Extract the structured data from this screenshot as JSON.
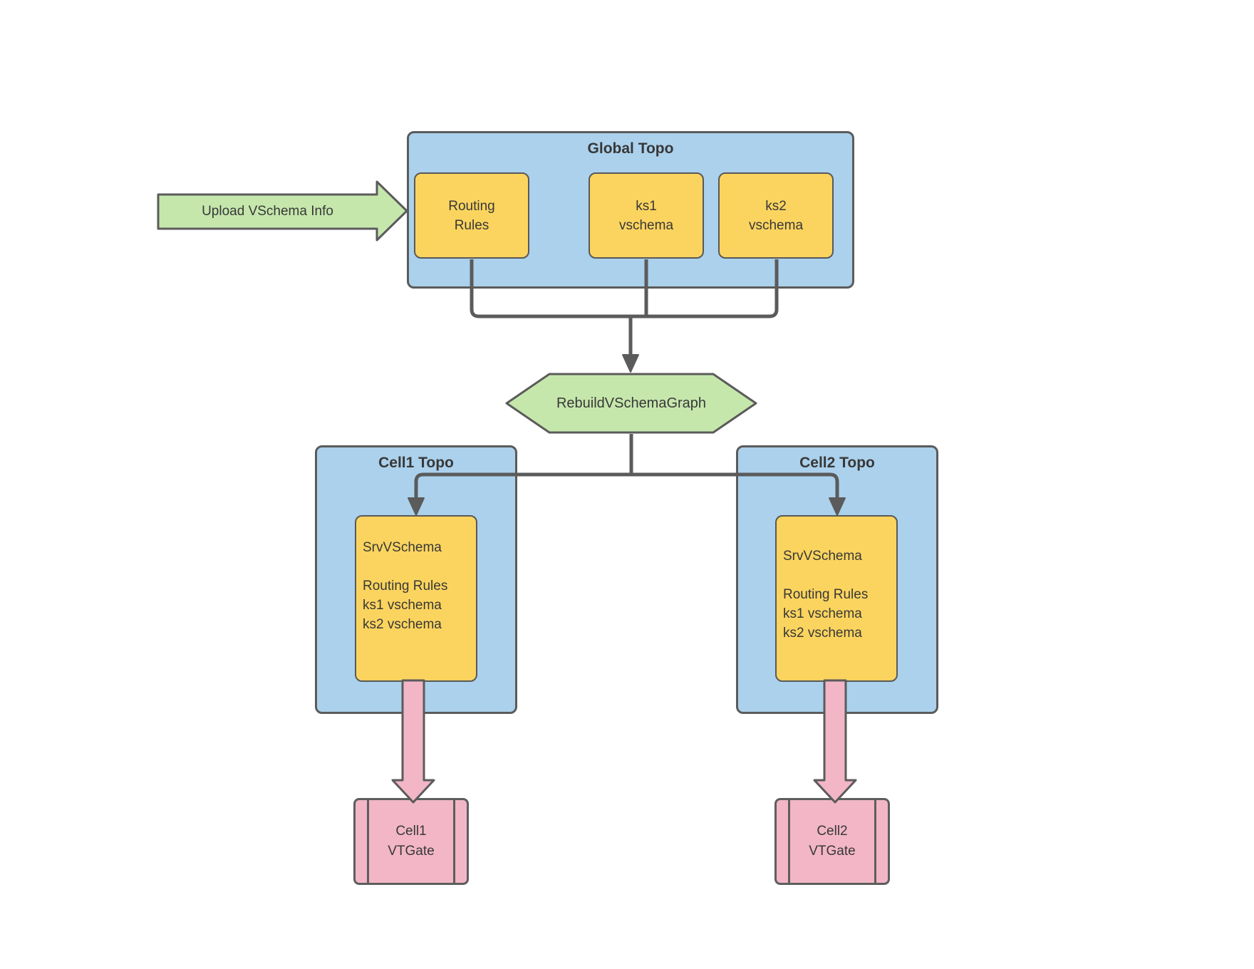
{
  "diagram": {
    "background": "#FFFFFF",
    "upload_arrow": {
      "label": "Upload VSchema Info"
    },
    "global_topo": {
      "title": "Global Topo",
      "nodes": [
        {
          "label": "Routing\nRules"
        },
        {
          "label": "ks1\nvschema"
        },
        {
          "label": "ks2\nvschema"
        }
      ]
    },
    "rebuild": {
      "label": "RebuildVSchemaGraph"
    },
    "cell1": {
      "title": "Cell1 Topo",
      "srv": "SrvVSchema\n\nRouting Rules\nks1 vschema\nks2 vschema",
      "vtgate": "Cell1\nVTGate"
    },
    "cell2": {
      "title": "Cell2 Topo",
      "srv": "SrvVSchema\n\nRouting Rules\nks1 vschema\nks2 vschema",
      "vtgate": "Cell2\nVTGate"
    },
    "colors": {
      "container_fill": "#ABD1EC",
      "node_fill": "#FBD45F",
      "accent_green": "#C6E7AC",
      "accent_pink": "#F2B6C7",
      "line": "#5B5B5B",
      "text": "#383838"
    }
  }
}
